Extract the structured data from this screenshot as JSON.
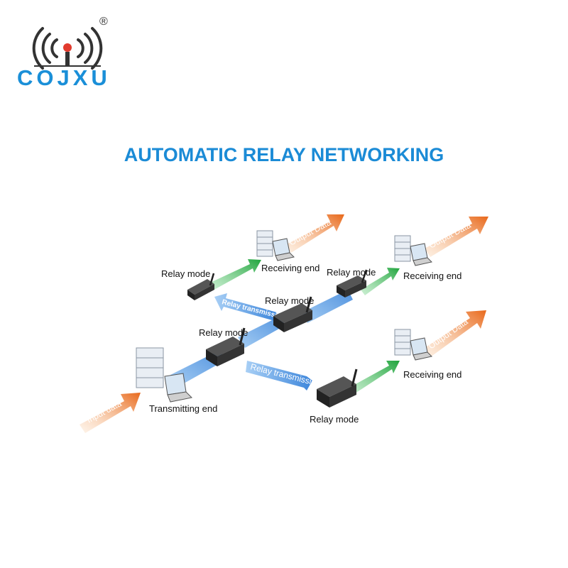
{
  "brand": {
    "name": "COJXU",
    "registered": "®",
    "color": "#1a8fd8"
  },
  "title": "AUTOMATIC RELAY NETWORKING",
  "labels": {
    "relay_mode": "Relay mode",
    "receiving_end": "Receiving end",
    "transmitting_end": "Transmitting end",
    "input_data": "Input data",
    "output_data": "Output Data",
    "relay_transmission": "Relay transmission"
  },
  "colors": {
    "blue_link": "#4a90e2",
    "green_link": "#2db34a",
    "orange_data": "#f07f22",
    "device": "#2b2b2b"
  }
}
